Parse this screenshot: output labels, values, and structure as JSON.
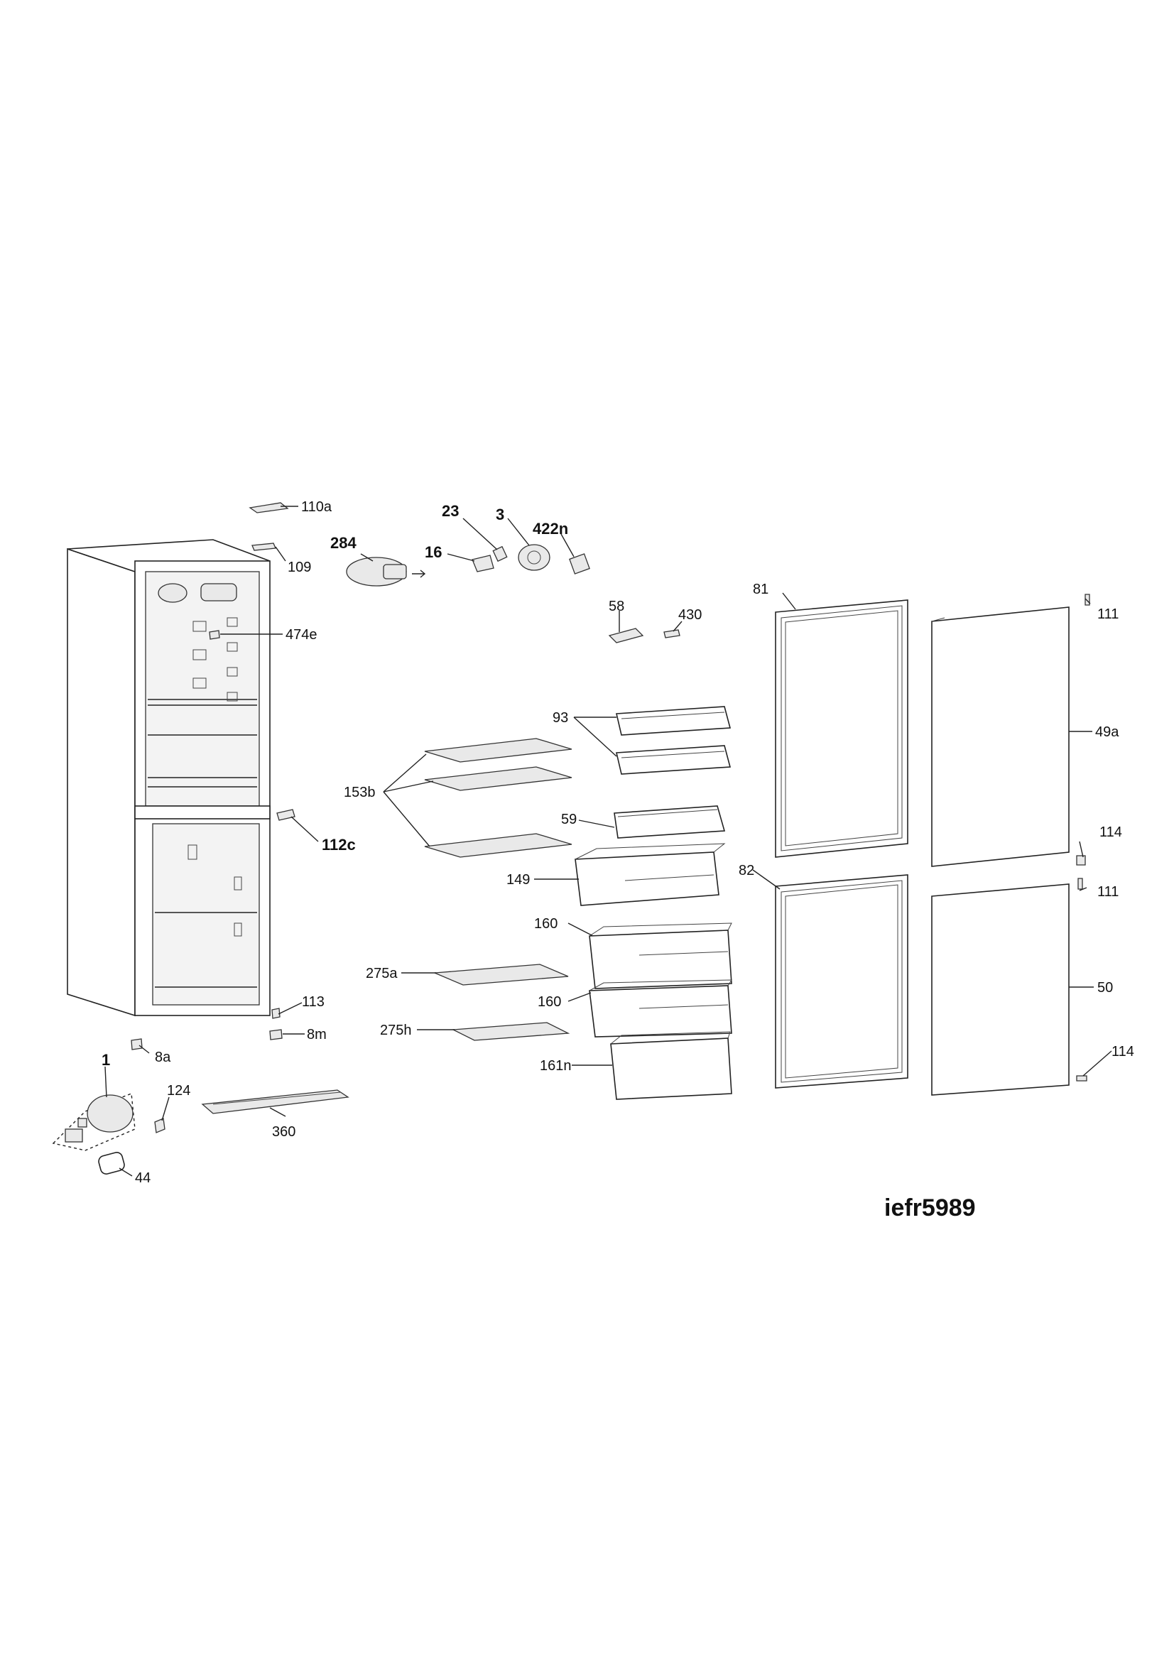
{
  "model_code": "iefr5989",
  "callouts": {
    "c110a": "110a",
    "c109": "109",
    "c284": "284",
    "c16": "16",
    "c23": "23",
    "c3": "3",
    "c422n": "422n",
    "c58": "58",
    "c430": "430",
    "c81": "81",
    "c111a": "111",
    "c474e": "474e",
    "c93": "93",
    "c49a": "49a",
    "c153b": "153b",
    "c59": "59",
    "c112c": "112c",
    "c114a": "114",
    "c149": "149",
    "c82": "82",
    "c111b": "111",
    "c160a": "160",
    "c275a": "275a",
    "c50": "50",
    "c113": "113",
    "c160b": "160",
    "c8m": "8m",
    "c275h": "275h",
    "c8a": "8a",
    "c114b": "114",
    "c1": "1",
    "c161n": "161n",
    "c124": "124",
    "c360": "360",
    "c44": "44"
  }
}
